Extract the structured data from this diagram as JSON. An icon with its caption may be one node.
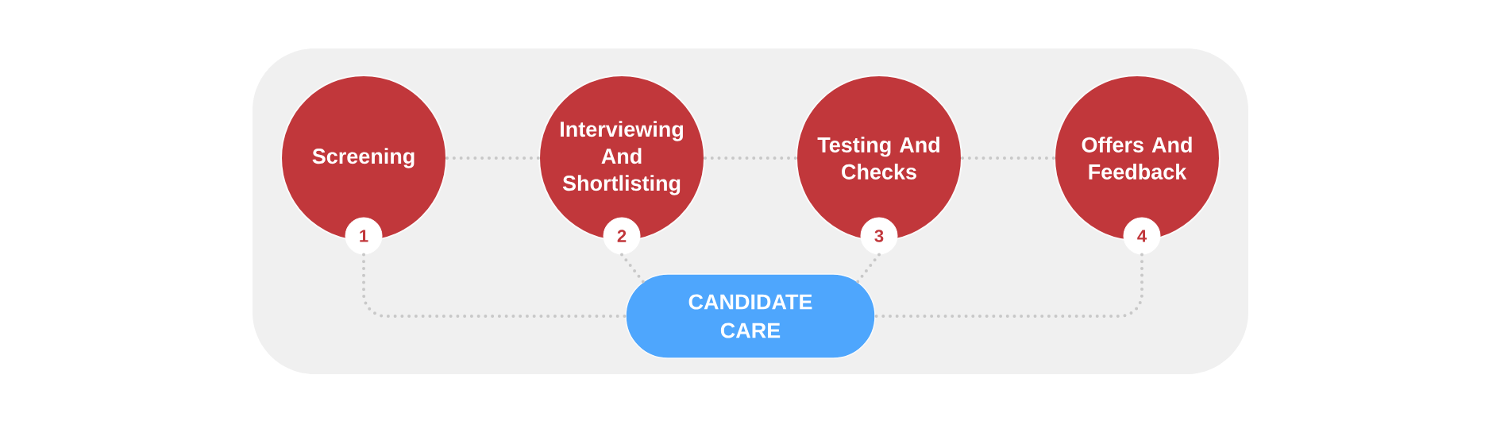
{
  "diagram": {
    "nodes": [
      {
        "text": [
          "Screening"
        ]
      },
      {
        "text": [
          "Interviewing And Shortlisting"
        ]
      },
      {
        "text": [
          "Testing And Checks"
        ]
      },
      {
        "text": [
          "Offers And Feedback"
        ]
      },
      {
        "text": [
          "1"
        ]
      },
      {
        "text": [
          "2"
        ]
      },
      {
        "text": [
          "3"
        ]
      },
      {
        "text": [
          "4"
        ]
      },
      {
        "text": [
          "CANDIDATE CARE"
        ]
      }
    ],
    "edges": [
      {
        "from": 0,
        "to": 1,
        "arrow": "none"
      },
      {
        "from": 1,
        "to": 2,
        "arrow": "none"
      },
      {
        "from": 2,
        "to": 3,
        "arrow": "none"
      },
      {
        "from": 4,
        "to": 8,
        "arrow": "none"
      },
      {
        "from": 5,
        "to": 8,
        "arrow": "none"
      },
      {
        "from": 6,
        "to": 8,
        "arrow": "none"
      },
      {
        "from": 7,
        "to": 8,
        "arrow": "none"
      }
    ]
  }
}
